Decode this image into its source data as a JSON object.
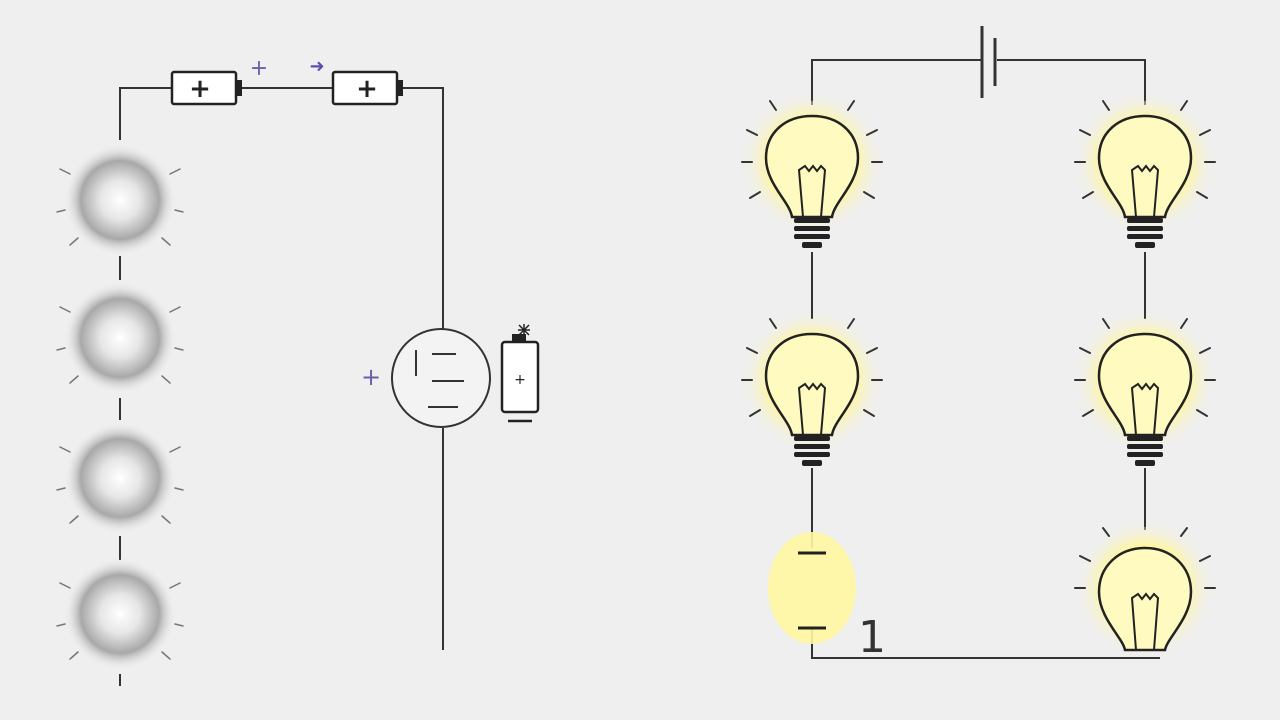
{
  "colors": {
    "background": "#efefef",
    "wire": "#333333",
    "accent_purple": "#6a5fa8",
    "bulb_glow": "#fff9a8",
    "bulb_fill": "#fffbc0",
    "dim_bulb": "#9a9a9a"
  },
  "left_circuit": {
    "battery_1_sign": "+",
    "battery_2_sign": "+",
    "top_plus": "+",
    "arrow": "➜",
    "meter_plus": "+",
    "small_battery_sign": "+",
    "dim_bulb_count": 4
  },
  "right_circuit": {
    "bulb_count": 5,
    "label_one": "1"
  },
  "icons": [
    "battery-icon",
    "lightbulb-icon",
    "meter-icon",
    "arrow-icon"
  ]
}
